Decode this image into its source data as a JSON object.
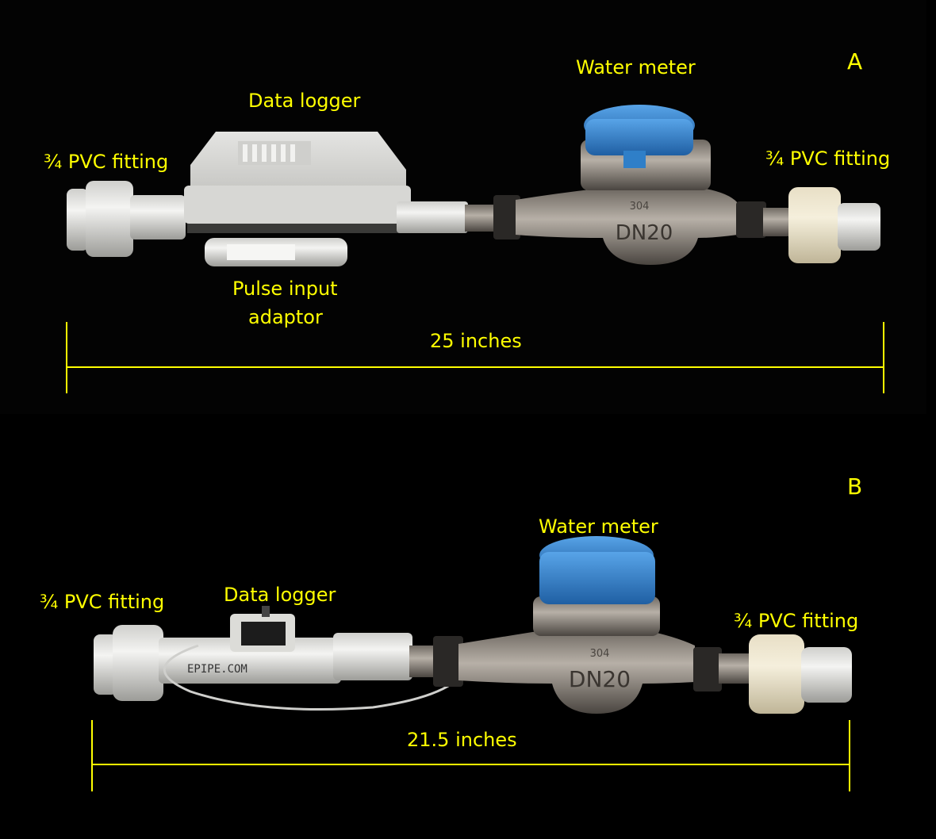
{
  "panel_a": {
    "letter": "A",
    "labels": {
      "water_meter": "Water meter",
      "data_logger": "Data logger",
      "pvc_left": "¾ PVC fitting",
      "pvc_right": "¾ PVC fitting",
      "pulse_line1": "Pulse input",
      "pulse_line2": "adaptor",
      "length": "25 inches"
    },
    "meter_marking_304": "304",
    "meter_marking_dn": "DN20"
  },
  "panel_b": {
    "letter": "B",
    "labels": {
      "water_meter": "Water meter",
      "data_logger": "Data logger",
      "pvc_left": "¾ PVC fitting",
      "pvc_right": "¾ PVC fitting",
      "length": "21.5 inches"
    },
    "meter_marking_304": "304",
    "meter_marking_dn": "DN20",
    "pipe_print": "EPIPE.COM"
  },
  "colors": {
    "label": "#ffff00",
    "background": "#000000",
    "meter_cap": "#2f7fc8",
    "pvc": "#e8e8e4",
    "steel": "#8a847c"
  }
}
